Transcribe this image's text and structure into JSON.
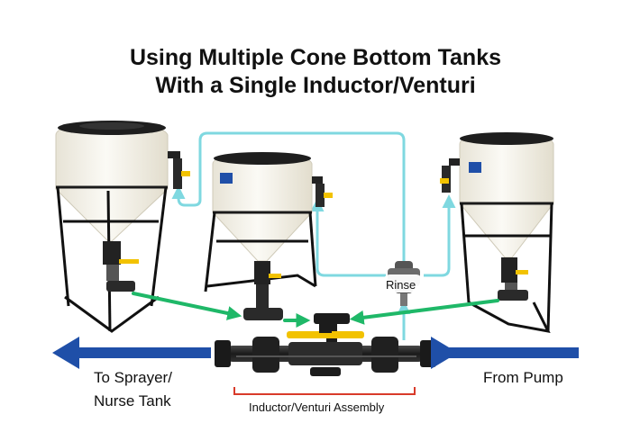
{
  "title": {
    "line1": "Using Multiple Cone Bottom Tanks",
    "line2": "With a Single Inductor/Venturi"
  },
  "labels": {
    "sprayer_line1": "To Sprayer/",
    "sprayer_line2": "Nurse Tank",
    "pump": "From Pump",
    "assembly": "Inductor/Venturi Assembly",
    "rinse": "Rinse"
  },
  "colors": {
    "title_text": "#111111",
    "tank_body": "#f6f4ec",
    "tank_lid": "#1a1a1a",
    "frame": "#111111",
    "rinse_line": "#7fd8e0",
    "flow_arrow": "#1fb868",
    "main_arrow": "#1f4fa8",
    "bracket": "#d83a2a",
    "valve_handle": "#f2c200"
  },
  "icons": [
    "left-arrow-icon",
    "right-arrow-icon",
    "valve-icon",
    "tank-icon"
  ]
}
